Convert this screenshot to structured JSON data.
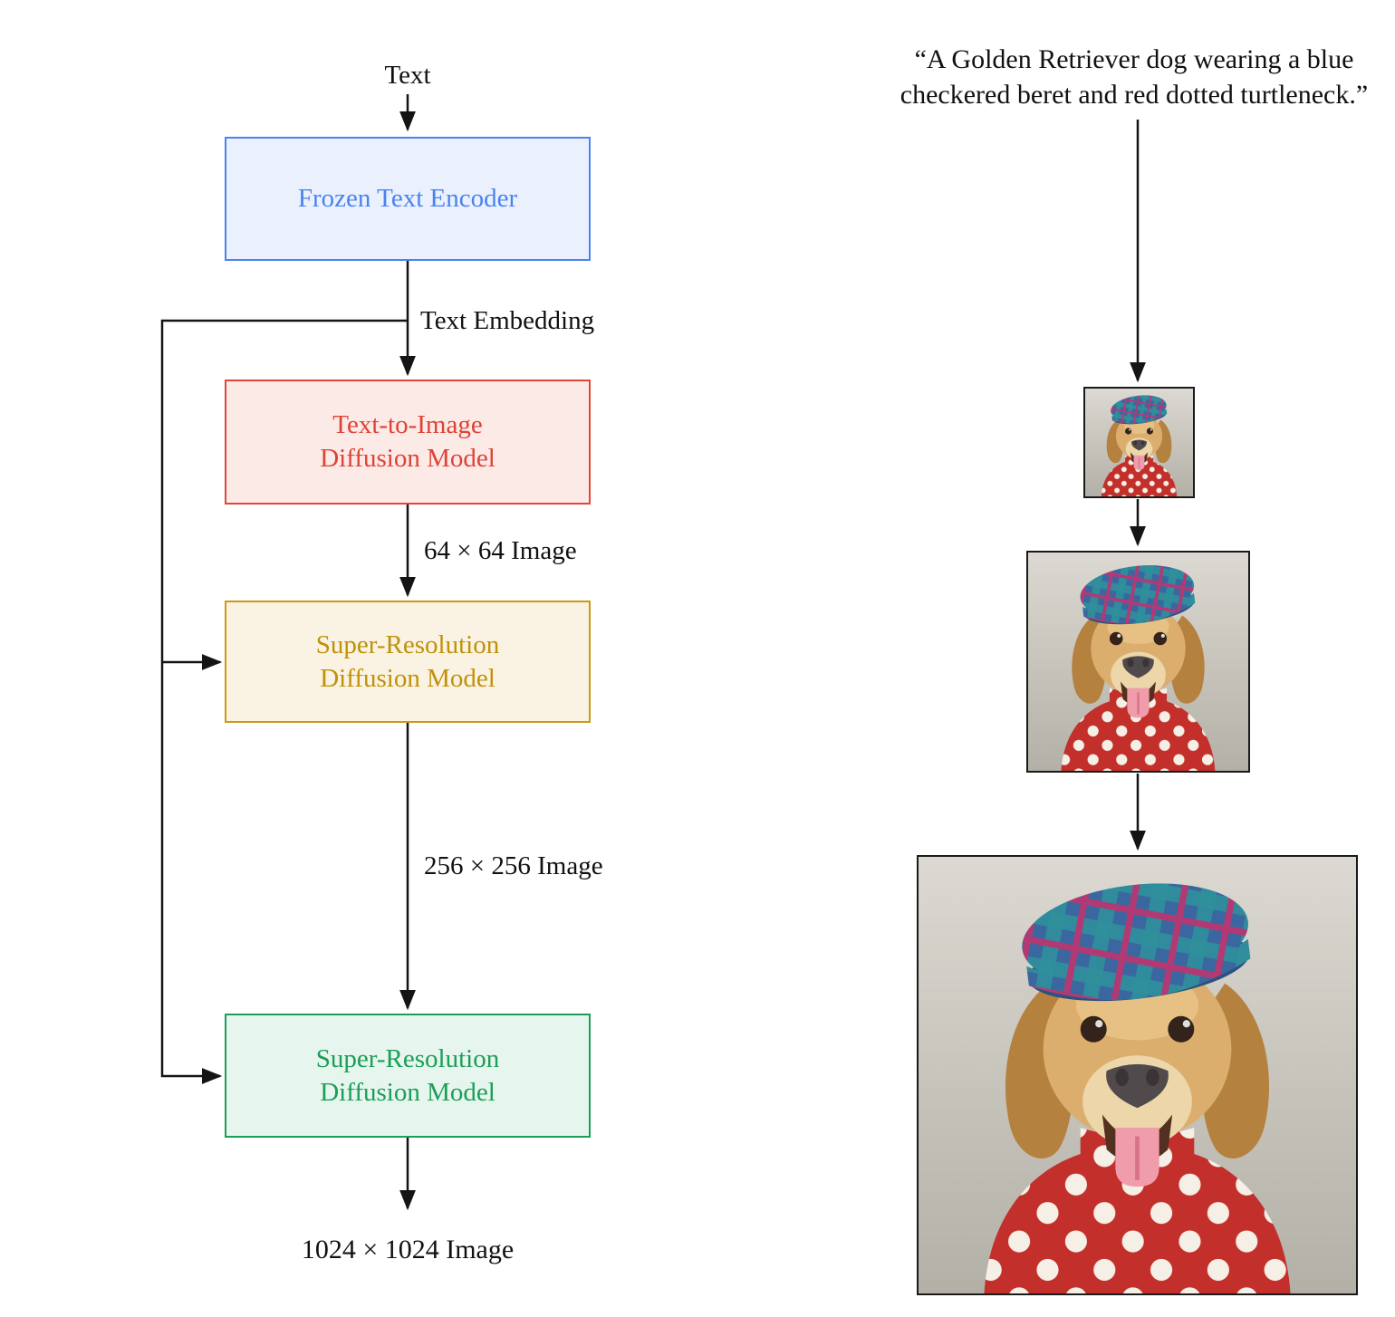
{
  "diagram": {
    "input_label": "Text",
    "embedding_label": "Text Embedding",
    "boxes": {
      "encoder": {
        "label": "Frozen Text Encoder"
      },
      "base": {
        "line1": "Text-to-Image",
        "line2": "Diffusion Model"
      },
      "sr1": {
        "line1": "Super-Resolution",
        "line2": "Diffusion Model"
      },
      "sr2": {
        "line1": "Super-Resolution",
        "line2": "Diffusion Model"
      }
    },
    "edge_labels": {
      "after_base": "64 × 64 Image",
      "after_sr1": "256 × 256 Image",
      "output": "1024 × 1024 Image"
    }
  },
  "example": {
    "prompt_line1": "“A Golden Retriever dog wearing a blue",
    "prompt_line2": "checkered beret and red dotted turtleneck.”"
  },
  "colors": {
    "encoder_border": "#4b82f0",
    "encoder_fill": "#eaf1fd",
    "base_border": "#e2463a",
    "base_fill": "#fbeae6",
    "sr1_border": "#cc9a10",
    "sr1_fill": "#faf2e2",
    "sr2_border": "#1b9e57",
    "sr2_fill": "#e6f5ed",
    "arrow": "#141414"
  }
}
